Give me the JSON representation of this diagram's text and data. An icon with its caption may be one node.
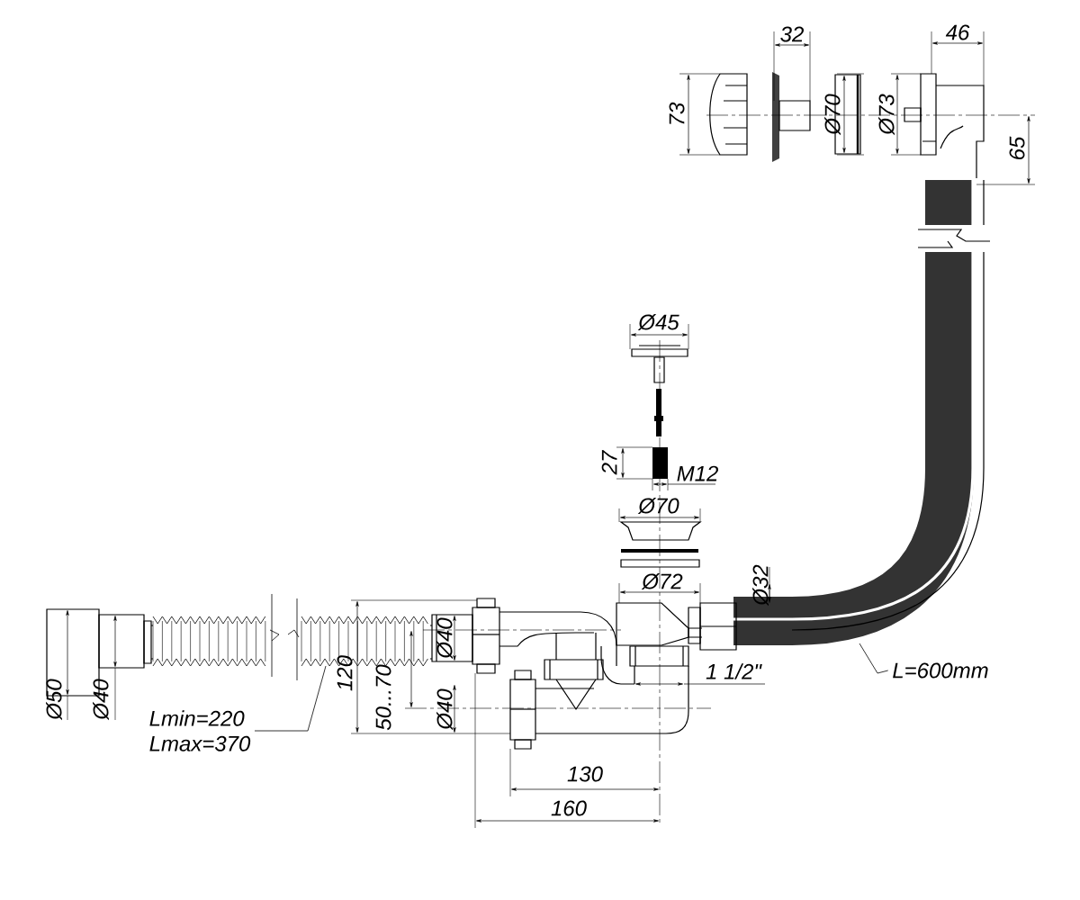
{
  "diagram": {
    "nodes": [
      {
        "text": [
          "Lmin=220",
          "Lmax=370"
        ]
      },
      {
        "text": [
          "L=600mm"
        ]
      }
    ],
    "edges": [
      {
        "from": 0,
        "to": null,
        "arrow": "none"
      },
      {
        "from": 1,
        "to": null,
        "arrow": "none"
      }
    ],
    "labels": [
      "32",
      "46",
      "73",
      "Ø70",
      "Ø73",
      "65",
      "Ø45",
      "27",
      "M12",
      "Ø70",
      "Ø72",
      "Ø32",
      "Ø40",
      "1 1/2\"",
      "120",
      "50...70",
      "Ø50",
      "Ø40",
      "Ø40",
      "130",
      "160"
    ]
  }
}
